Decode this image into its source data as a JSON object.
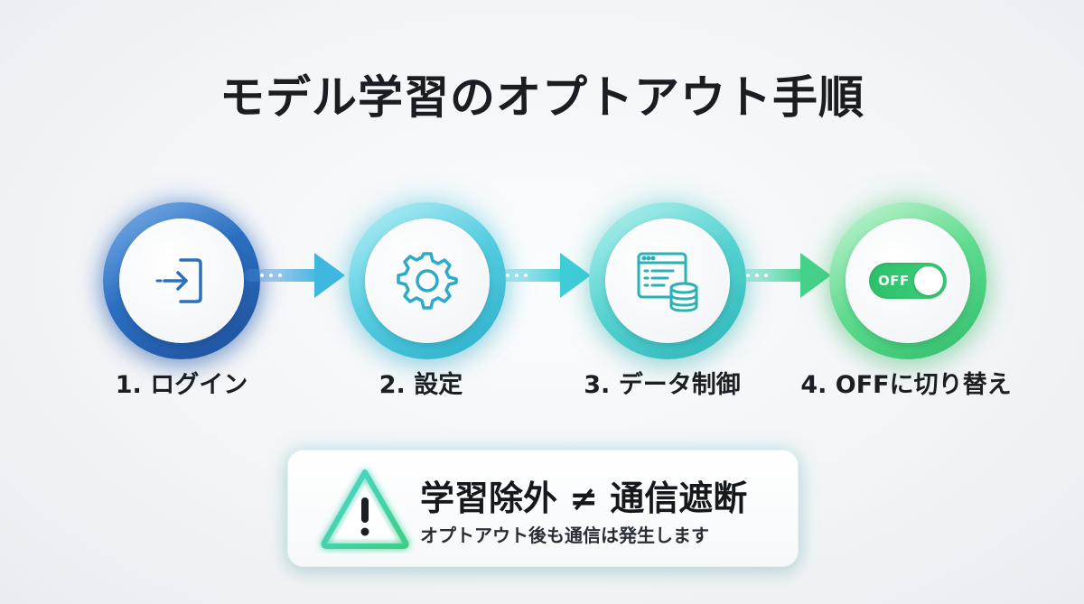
{
  "title": "モデル学習のオプトアウト手順",
  "steps": [
    {
      "label": "1. ログイン",
      "icon": "login-icon"
    },
    {
      "label": "2. 設定",
      "icon": "gear-icon"
    },
    {
      "label": "3. データ制御",
      "icon": "data-control-icon"
    },
    {
      "label": "4. OFFに切り替え",
      "icon": "toggle-off-icon",
      "toggle_text": "OFF"
    }
  ],
  "notice": {
    "icon": "warning-icon",
    "title": "学習除外 ≠ 通信遮断",
    "subtitle": "オプトアウト後も通信は発生します"
  },
  "colors": {
    "step1": "#2b6fc1",
    "step2": "#3fc3dc",
    "step3": "#3cc6c6",
    "step4": "#3cd07a",
    "text": "#1b1f24"
  }
}
